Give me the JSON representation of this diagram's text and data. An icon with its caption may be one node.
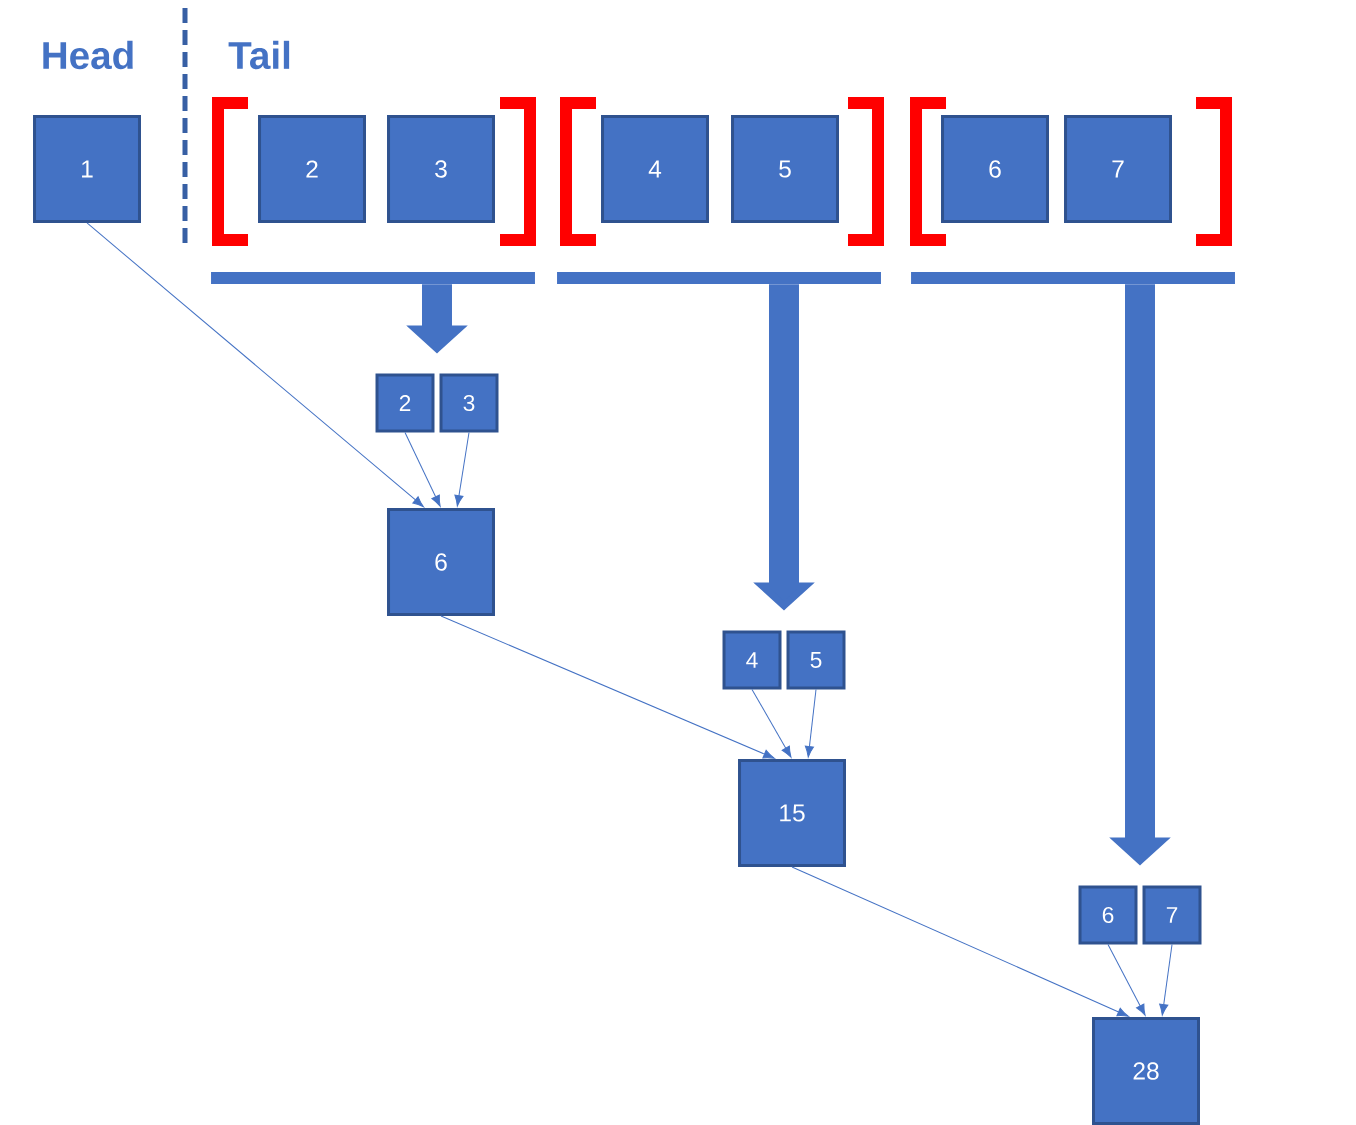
{
  "diagram": {
    "nodes": [
      {
        "text": [
          "1"
        ]
      },
      {
        "text": [
          "2"
        ]
      },
      {
        "text": [
          "3"
        ]
      },
      {
        "text": [
          "4"
        ]
      },
      {
        "text": [
          "5"
        ]
      },
      {
        "text": [
          "6"
        ]
      },
      {
        "text": [
          "7"
        ]
      },
      {
        "text": [],
        "shape": "bar"
      },
      {
        "text": [],
        "shape": "bar"
      },
      {
        "text": [],
        "shape": "bar"
      },
      {
        "text": [
          "2"
        ]
      },
      {
        "text": [
          "3"
        ]
      },
      {
        "text": [
          "6"
        ]
      },
      {
        "text": [
          "4"
        ]
      },
      {
        "text": [
          "5"
        ]
      },
      {
        "text": [
          "15"
        ]
      },
      {
        "text": [
          "6"
        ]
      },
      {
        "text": [
          "7"
        ]
      },
      {
        "text": [
          "28"
        ]
      }
    ],
    "edges": [
      {
        "from": 7,
        "to": 10,
        "arrow": "to",
        "style": "thick"
      },
      {
        "from": 7,
        "to": 11,
        "arrow": "to",
        "style": "thick"
      },
      {
        "from": 8,
        "to": 13,
        "arrow": "to",
        "style": "thick"
      },
      {
        "from": 8,
        "to": 14,
        "arrow": "to",
        "style": "thick"
      },
      {
        "from": 9,
        "to": 16,
        "arrow": "to",
        "style": "thick"
      },
      {
        "from": 9,
        "to": 17,
        "arrow": "to",
        "style": "thick"
      },
      {
        "from": 0,
        "to": 12,
        "arrow": "to"
      },
      {
        "from": 10,
        "to": 12,
        "arrow": "to"
      },
      {
        "from": 11,
        "to": 12,
        "arrow": "to"
      },
      {
        "from": 12,
        "to": 15,
        "arrow": "to"
      },
      {
        "from": 13,
        "to": 15,
        "arrow": "to"
      },
      {
        "from": 14,
        "to": 15,
        "arrow": "to"
      },
      {
        "from": 15,
        "to": 18,
        "arrow": "to"
      },
      {
        "from": 16,
        "to": 18,
        "arrow": "to"
      },
      {
        "from": 17,
        "to": 18,
        "arrow": "to"
      }
    ],
    "labels": [
      "Head",
      "Tail"
    ]
  }
}
